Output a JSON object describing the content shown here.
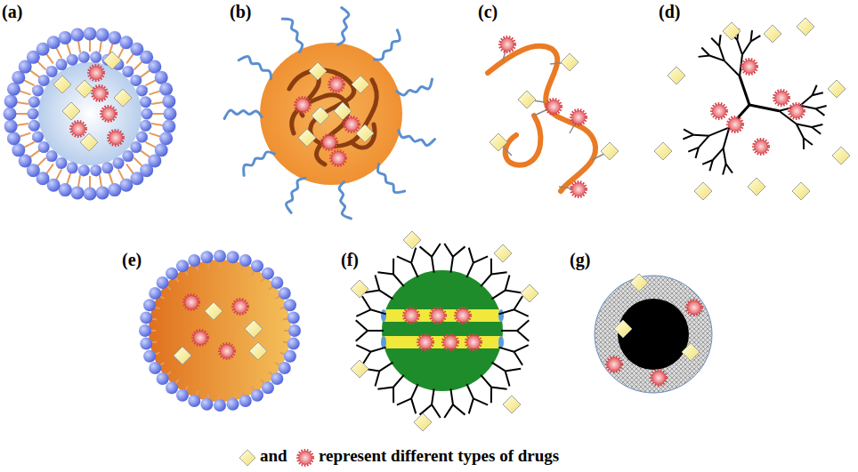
{
  "diagram": {
    "labels": [
      "(a)",
      "(b)",
      "(c)",
      "(d)",
      "(e)",
      "(f)",
      "(g)",
      "and",
      "represent different types of drugs"
    ]
  }
}
